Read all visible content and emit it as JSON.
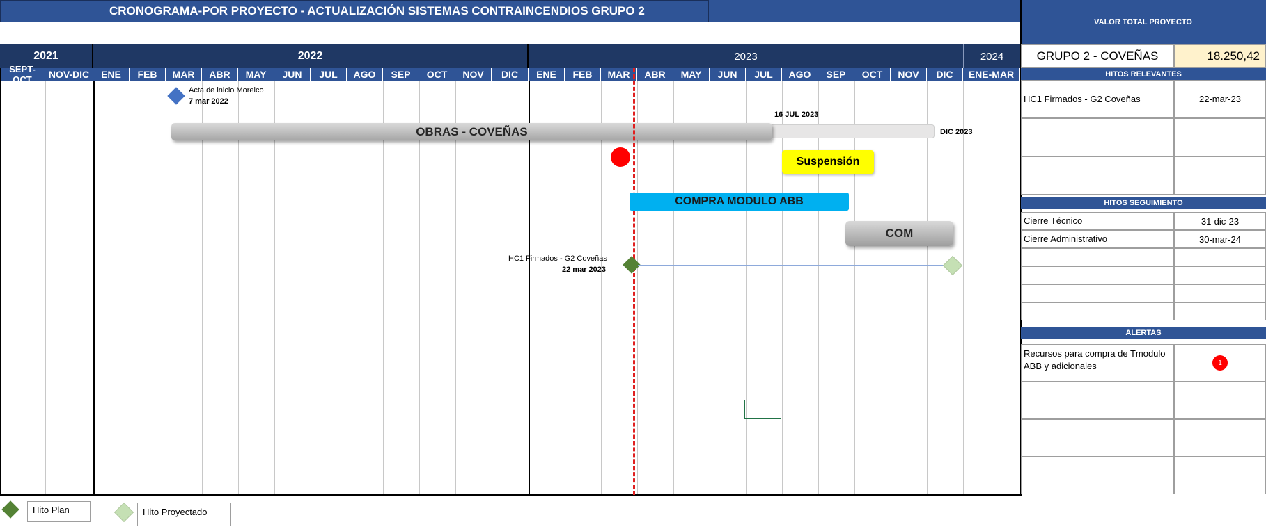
{
  "header": {
    "title": "CRONOGRAMA-POR PROYECTO  - ACTUALIZACIÓN SISTEMAS CONTRAINCENDIOS GRUPO 2",
    "valor_label": "VALOR TOTAL PROYECTO"
  },
  "years": {
    "y2021": "2021",
    "y2022": "2022",
    "y2023": "2023",
    "y2024": "2024"
  },
  "months": [
    "SEPT-OCT",
    "NOV-DIC",
    "ENE",
    "FEB",
    "MAR",
    "ABR",
    "MAY",
    "JUN",
    "JUL",
    "AGO",
    "SEP",
    "OCT",
    "NOV",
    "DIC",
    "ENE",
    "FEB",
    "MAR",
    "ABR",
    "MAY",
    "JUN",
    "JUL",
    "AGO",
    "SEP",
    "OCT",
    "NOV",
    "DIC",
    "ENE-MAR"
  ],
  "project": {
    "name": "GRUPO 2 - COVEÑAS",
    "value": "18.250,42"
  },
  "milestones": {
    "acta_label": "Acta de inicio Morelco",
    "acta_date": "7 mar 2022",
    "hc1_label": "HC1 Firmados - G2 Coveñas",
    "hc1_date": "22 mar 2023",
    "jul_label": "16 JUL 2023",
    "dic_label": "DIC 2023"
  },
  "bars": {
    "obras": "OBRAS - COVEÑAS",
    "suspension": "Suspensión",
    "compra": "COMPRA MODULO ABB",
    "com": "COM"
  },
  "hitos_relevantes": {
    "title": "HITOS RELEVANTES",
    "rows": [
      {
        "name": "HC1 Firmados - G2 Coveñas",
        "date": "22-mar-23"
      },
      {
        "name": "",
        "date": ""
      },
      {
        "name": "",
        "date": ""
      }
    ]
  },
  "hitos_seguimiento": {
    "title": "HITOS SEGUIMIENTO",
    "rows": [
      {
        "name": "Cierre Técnico",
        "date": "31-dic-23"
      },
      {
        "name": "Cierre Administrativo",
        "date": "30-mar-24"
      },
      {
        "name": "",
        "date": ""
      },
      {
        "name": "",
        "date": ""
      },
      {
        "name": "",
        "date": ""
      },
      {
        "name": "",
        "date": ""
      }
    ]
  },
  "alertas": {
    "title": "ALERTAS",
    "rows": [
      {
        "text": "Recursos para compra de Tmodulo ABB y adicionales",
        "count": "1"
      },
      {
        "text": "",
        "count": ""
      },
      {
        "text": "",
        "count": ""
      },
      {
        "text": "",
        "count": ""
      }
    ]
  },
  "legend": {
    "plan": "Hito Plan",
    "proyectado": "Hito Proyectado"
  },
  "colors": {
    "navy": "#2f5496",
    "navy_dark": "#1f3864",
    "today_line": "#e02020",
    "compra": "#00b0f0",
    "suspension": "#ffff00",
    "hito_plan": "#548235",
    "hito_proyectado": "#c5e0b4",
    "acta": "#4472c4"
  }
}
